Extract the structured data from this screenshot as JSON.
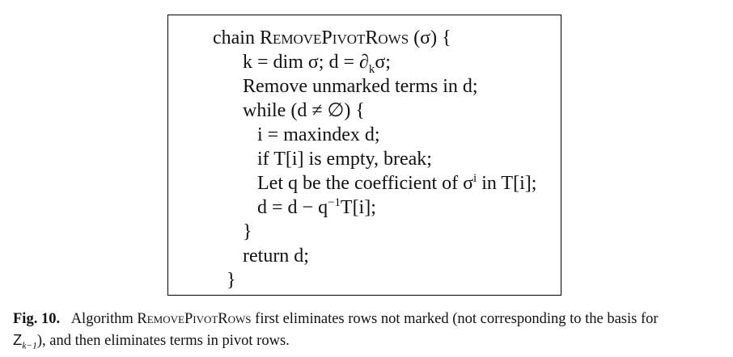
{
  "algorithm": {
    "header_prefix": "chain",
    "name": "RemovePivotRows",
    "param": "(σ) {",
    "line1": "k = dim σ; d = ∂",
    "line1_sub": "k",
    "line1_tail": "σ;",
    "line2": "Remove unmarked terms in d;",
    "line3": "while (d ≠ ∅) {",
    "line4": "i = maxindex d;",
    "line5": "if T[i] is empty, break;",
    "line6_pre": "Let q be the coefficient of σ",
    "line6_sup": "i",
    "line6_post": "in T[i];",
    "line7_pre": "d = d − q",
    "line7_sup": "−1",
    "line7_post": "T[i];",
    "close_inner": "}",
    "return_line": "return d;",
    "close_outer": "}"
  },
  "caption": {
    "label": "Fig. 10.",
    "text_pre": "Algorithm",
    "algo_name": "RemovePivotRows",
    "text_mid": "first eliminates rows not marked (not corresponding to the basis for",
    "z_symbol": "Z",
    "z_sub": "k−1",
    "text_post": "), and then eliminates terms in pivot rows."
  }
}
